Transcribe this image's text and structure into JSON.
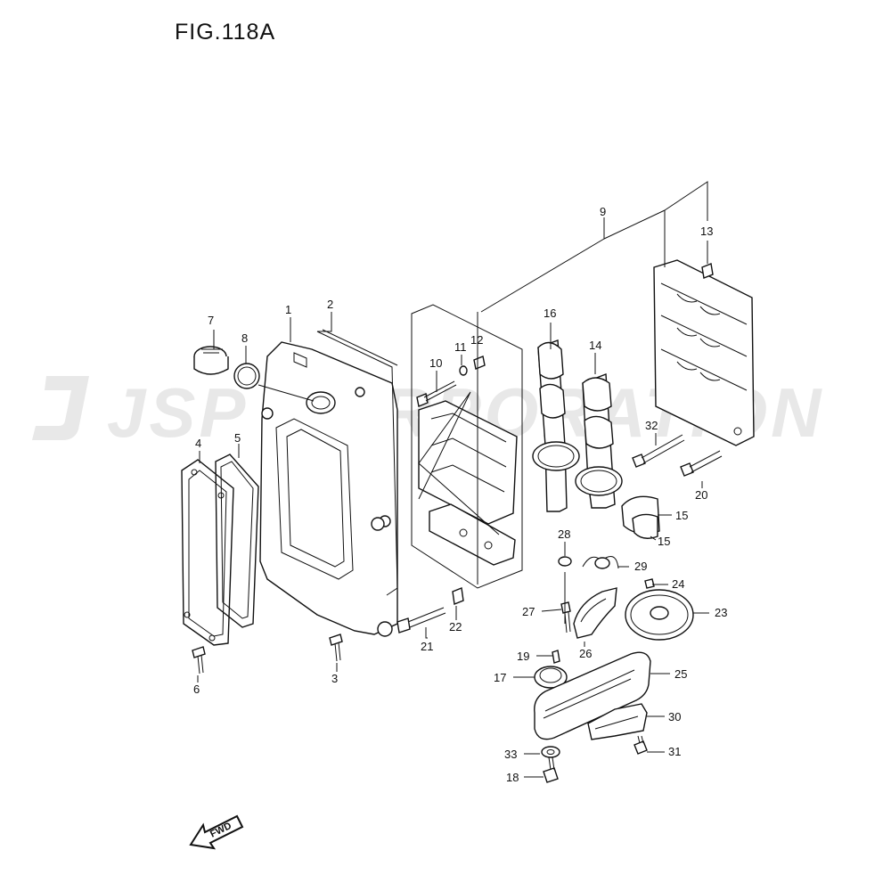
{
  "figure": {
    "title": "FIG.118A"
  },
  "watermark": {
    "text": "JSP CORPORATION"
  },
  "direction_badge": {
    "label": "FWD"
  },
  "callouts": [
    {
      "id": "c1",
      "label": "1"
    },
    {
      "id": "c2",
      "label": "2"
    },
    {
      "id": "c3",
      "label": "3"
    },
    {
      "id": "c4",
      "label": "4"
    },
    {
      "id": "c5",
      "label": "5"
    },
    {
      "id": "c6",
      "label": "6"
    },
    {
      "id": "c7",
      "label": "7"
    },
    {
      "id": "c8",
      "label": "8"
    },
    {
      "id": "c9",
      "label": "9"
    },
    {
      "id": "c10",
      "label": "10"
    },
    {
      "id": "c11",
      "label": "11"
    },
    {
      "id": "c12",
      "label": "12"
    },
    {
      "id": "c13",
      "label": "13"
    },
    {
      "id": "c14",
      "label": "14"
    },
    {
      "id": "c15a",
      "label": "15"
    },
    {
      "id": "c15b",
      "label": "15"
    },
    {
      "id": "c16",
      "label": "16"
    },
    {
      "id": "c17",
      "label": "17"
    },
    {
      "id": "c18",
      "label": "18"
    },
    {
      "id": "c19",
      "label": "19"
    },
    {
      "id": "c20",
      "label": "20"
    },
    {
      "id": "c21",
      "label": "21"
    },
    {
      "id": "c22",
      "label": "22"
    },
    {
      "id": "c23",
      "label": "23"
    },
    {
      "id": "c24",
      "label": "24"
    },
    {
      "id": "c25",
      "label": "25"
    },
    {
      "id": "c26",
      "label": "26"
    },
    {
      "id": "c27",
      "label": "27"
    },
    {
      "id": "c28",
      "label": "28"
    },
    {
      "id": "c29",
      "label": "29"
    },
    {
      "id": "c30",
      "label": "30"
    },
    {
      "id": "c31",
      "label": "31"
    },
    {
      "id": "c32",
      "label": "32"
    },
    {
      "id": "c33",
      "label": "33"
    }
  ]
}
